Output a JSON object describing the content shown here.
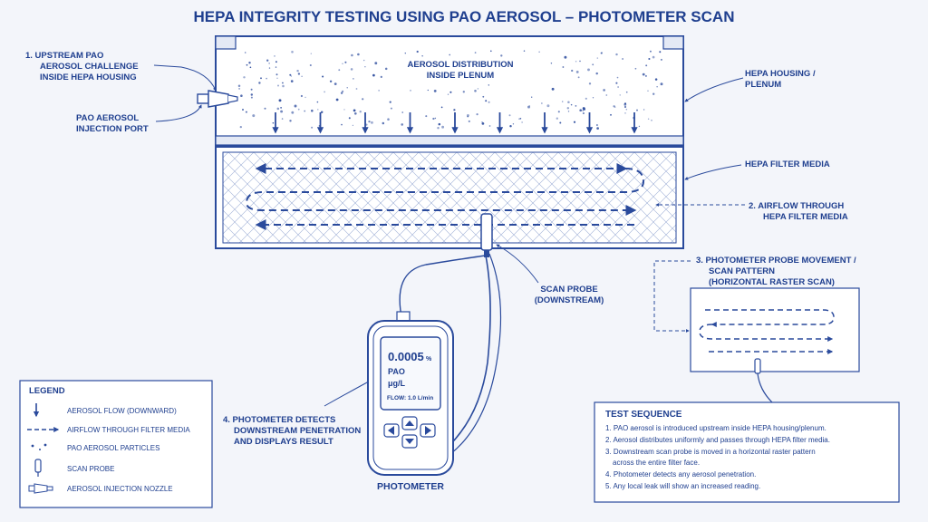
{
  "title": "HEPA INTEGRITY TESTING USING PAO AEROSOL – PHOTOMETER SCAN",
  "callouts": {
    "upstream": [
      "1. UPSTREAM PAO",
      "AEROSOL CHALLENGE",
      "INSIDE HEPA HOUSING"
    ],
    "injection_port": [
      "PAO AEROSOL",
      "INJECTION PORT"
    ],
    "distribution": [
      "AEROSOL DISTRIBUTION",
      "INSIDE PLENUM"
    ],
    "housing": [
      "HEPA HOUSING /",
      "PLENUM"
    ],
    "filter_media": [
      "HEPA FILTER MEDIA"
    ],
    "airflow": [
      "2. AIRFLOW THROUGH",
      "HEPA FILTER MEDIA"
    ],
    "scan_probe": [
      "SCAN PROBE",
      "(DOWNSTREAM)"
    ],
    "probe_movement": [
      "3. PHOTOMETER PROBE MOVEMENT /",
      "SCAN PATTERN",
      "(HORIZONTAL RASTER SCAN)"
    ],
    "photometer_detects": [
      "4. PHOTOMETER DETECTS",
      "DOWNSTREAM PENETRATION",
      "AND DISPLAYS RESULT"
    ]
  },
  "photometer": {
    "label": "PHOTOMETER",
    "reading": "0.0005",
    "reading_unit": "%",
    "agent": "PAO",
    "unit": "μg/L",
    "flow": "FLOW: 1.0 L/min"
  },
  "legend": {
    "title": "LEGEND",
    "items": [
      {
        "label": "AEROSOL FLOW (DOWNWARD)",
        "icon": "down-arrow-icon"
      },
      {
        "label": "AIRFLOW THROUGH FILTER MEDIA",
        "icon": "dashed-arrow-icon"
      },
      {
        "label": "PAO AEROSOL PARTICLES",
        "icon": "particles-icon"
      },
      {
        "label": "SCAN PROBE",
        "icon": "probe-icon"
      },
      {
        "label": "AEROSOL INJECTION NOZZLE",
        "icon": "nozzle-icon"
      }
    ]
  },
  "test_sequence": {
    "title": "TEST SEQUENCE",
    "lines": [
      "1. PAO aerosol is introduced upstream inside HEPA housing/plenum.",
      "2. Aerosol distributes uniformly and passes through HEPA filter media.",
      "3. Downstream scan probe is moved in a horizontal raster pattern",
      "    across the entire filter face.",
      "4. Photometer detects any aerosol penetration.",
      "5. Any local leak will show an increased reading."
    ]
  },
  "colors": {
    "ink": "#1f3f8f",
    "line": "#2a4a9c",
    "paper": "#f3f5fa",
    "accent": "#3358b8"
  }
}
